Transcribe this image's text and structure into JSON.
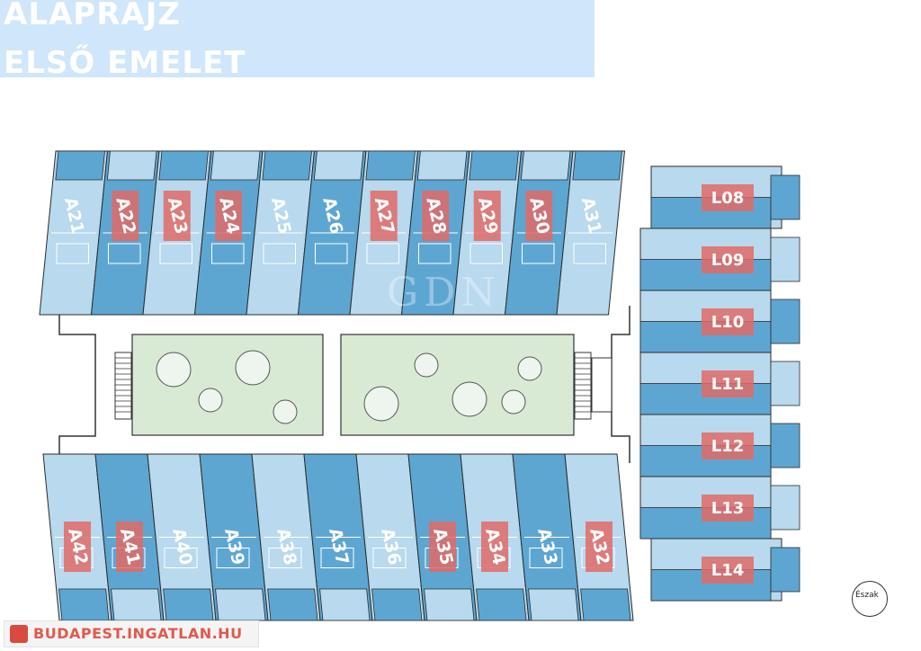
{
  "header": {
    "title_line1": "ALAPRAJZ",
    "title_line2": "ELSŐ EMELET"
  },
  "compass": {
    "label": "Észak"
  },
  "footer": {
    "site_name": "BUDAPEST.INGATLAN.HU",
    "icon": "house-icon"
  },
  "watermark": {
    "text": "GDN"
  },
  "colors": {
    "highlight": "#e06a66",
    "dark_blue": "#5ea6d2",
    "light_blue": "#b8d9ee",
    "garden": "#d9ead4"
  },
  "top_units": [
    {
      "id": "A21",
      "highlight": false
    },
    {
      "id": "A22",
      "highlight": true
    },
    {
      "id": "A23",
      "highlight": true
    },
    {
      "id": "A24",
      "highlight": true
    },
    {
      "id": "A25",
      "highlight": false
    },
    {
      "id": "A26",
      "highlight": false
    },
    {
      "id": "A27",
      "highlight": true
    },
    {
      "id": "A28",
      "highlight": true
    },
    {
      "id": "A29",
      "highlight": true
    },
    {
      "id": "A30",
      "highlight": true
    },
    {
      "id": "A31",
      "highlight": false
    }
  ],
  "bottom_units": [
    {
      "id": "A42",
      "highlight": true
    },
    {
      "id": "A41",
      "highlight": true
    },
    {
      "id": "A40",
      "highlight": false
    },
    {
      "id": "A39",
      "highlight": false
    },
    {
      "id": "A38",
      "highlight": false
    },
    {
      "id": "A37",
      "highlight": false
    },
    {
      "id": "A36",
      "highlight": false
    },
    {
      "id": "A35",
      "highlight": true
    },
    {
      "id": "A34",
      "highlight": true
    },
    {
      "id": "A33",
      "highlight": false
    },
    {
      "id": "A32",
      "highlight": true
    }
  ],
  "right_units": [
    {
      "id": "L08",
      "highlight": true
    },
    {
      "id": "L09",
      "highlight": true
    },
    {
      "id": "L10",
      "highlight": true
    },
    {
      "id": "L11",
      "highlight": true
    },
    {
      "id": "L12",
      "highlight": true
    },
    {
      "id": "L13",
      "highlight": true
    },
    {
      "id": "L14",
      "highlight": true
    }
  ]
}
